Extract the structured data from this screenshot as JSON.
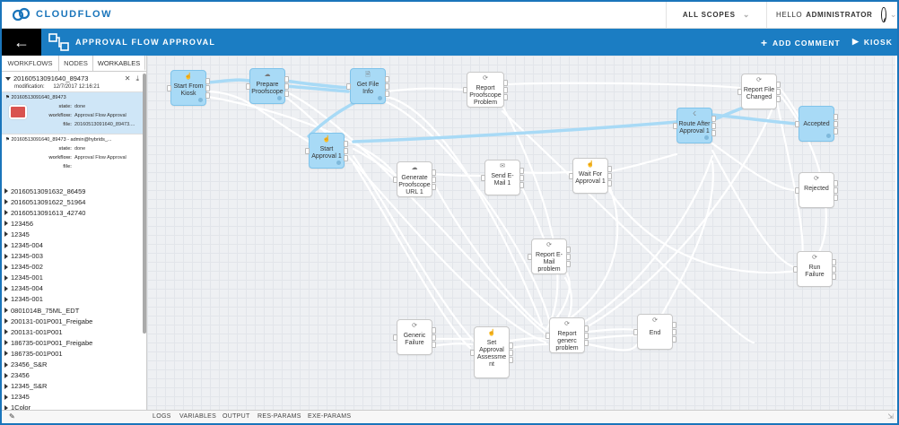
{
  "app": {
    "brand": "CLOUDFLOW",
    "scopes_label": "ALL SCOPES",
    "hello_prefix": "HELLO",
    "user": "ADMINISTRATOR"
  },
  "header": {
    "title": "APPROVAL FLOW APPROVAL",
    "add_comment": "ADD COMMENT",
    "kiosk": "KIOSK"
  },
  "sidebar": {
    "tabs": [
      "WORKFLOWS",
      "NODES",
      "WORKABLES"
    ],
    "active_tab": "WORKABLES",
    "selected": {
      "name": "20160513091640_89473",
      "modification_label": "modification:",
      "modification": "12/7/2017 12:16:21"
    },
    "jobs": [
      {
        "title": "20160513091640_89473",
        "state_label": "state:",
        "state": "done",
        "workflow_label": "workflow:",
        "workflow": "Approval Flow Approval",
        "file_label": "file:",
        "file": "20160513091640_89473...."
      },
      {
        "title": "20160513091640_89473 - admin@hybrids_...",
        "state_label": "state:",
        "state": "done",
        "workflow_label": "workflow:",
        "workflow": "Approval Flow Approval",
        "file_label": "file:",
        "file": ""
      }
    ],
    "items": [
      "20160513091632_86459",
      "20160513091622_51964",
      "20160513091613_42740",
      "123456",
      "12345",
      "12345-004",
      "12345-003",
      "12345-002",
      "12345-001",
      "12345-004",
      "12345-001",
      "0801014B_75ML_EDT",
      "200131-001P001_Freigabe",
      "200131-001P001",
      "186735-001P001_Freigabe",
      "186735-001P001",
      "23456_S&R",
      "23456",
      "12345_S&R",
      "12345",
      "1Color"
    ]
  },
  "nodes": {
    "start_kiosk": "Start From Kiosk",
    "prepare": "Prepare Proofscope",
    "getfile": "Get File Info",
    "report_proofscope": "Report Proofscope Problem",
    "report_file_changed": "Report File Changed",
    "accepted": "Accepted",
    "route_after": "Route After Approval 1",
    "start_approval": "Start Approval 1",
    "generate": "Generate Proofscope URL 1",
    "send_email": "Send E-Mail 1",
    "wait": "Wait For Approval 1",
    "rejected": "Rejected",
    "report_email": "Report E-Mail problem",
    "run_failure": "Run Failure",
    "generic_failure": "Generic Failure",
    "set_approval": "Set Approval Assessme nt",
    "report_generic": "Report generc problem",
    "end": "End"
  },
  "bottom_tabs": [
    "LOGS",
    "VARIABLES",
    "OUTPUT",
    "RES-PARAMS",
    "EXE-PARAMS"
  ],
  "colors": {
    "brand_blue": "#1b7dc3",
    "node_highlight": "#a8daf6",
    "selected_row": "#cfe6f7",
    "header_back": "#000000"
  }
}
